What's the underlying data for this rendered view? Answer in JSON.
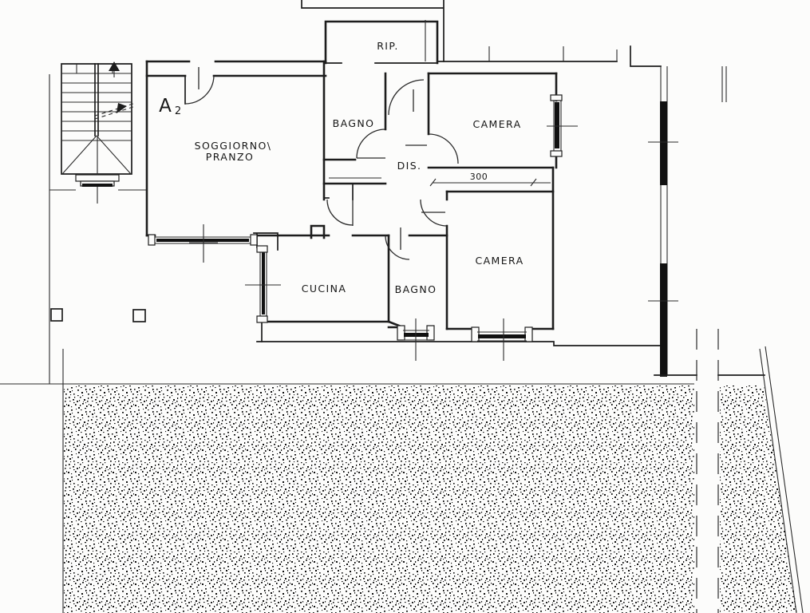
{
  "drawing": {
    "unit": {
      "label": "A",
      "sub": "2"
    },
    "rooms": {
      "rip": "RIP.",
      "bagno_top": "BAGNO",
      "camera_top": "CAMERA",
      "soggiorno_line1": "SOGGIORNO\\",
      "soggiorno_line2": "PRANZO",
      "dis": "DIS.",
      "cucina": "CUCINA",
      "bagno_bottom": "BAGNO",
      "camera_bottom": "CAMERA"
    },
    "dimensions": {
      "camera_width": "300"
    },
    "colors": {
      "ink": "#1d1d1d",
      "paper": "#fcfcfb"
    }
  }
}
